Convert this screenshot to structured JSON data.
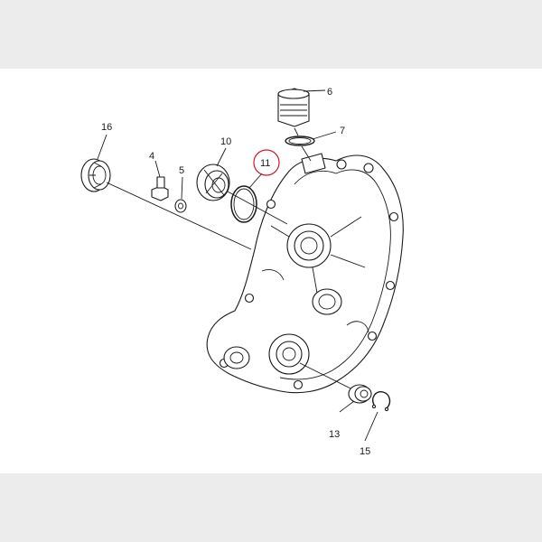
{
  "diagram": {
    "highlight_color": "#d0172a",
    "line_color": "#1a1a1a",
    "highlighted_callout": "11",
    "callouts": {
      "c16": "16",
      "c4": "4",
      "c5": "5",
      "c10": "10",
      "c11": "11",
      "c6": "6",
      "c7": "7",
      "c13": "13",
      "c15": "15"
    }
  }
}
